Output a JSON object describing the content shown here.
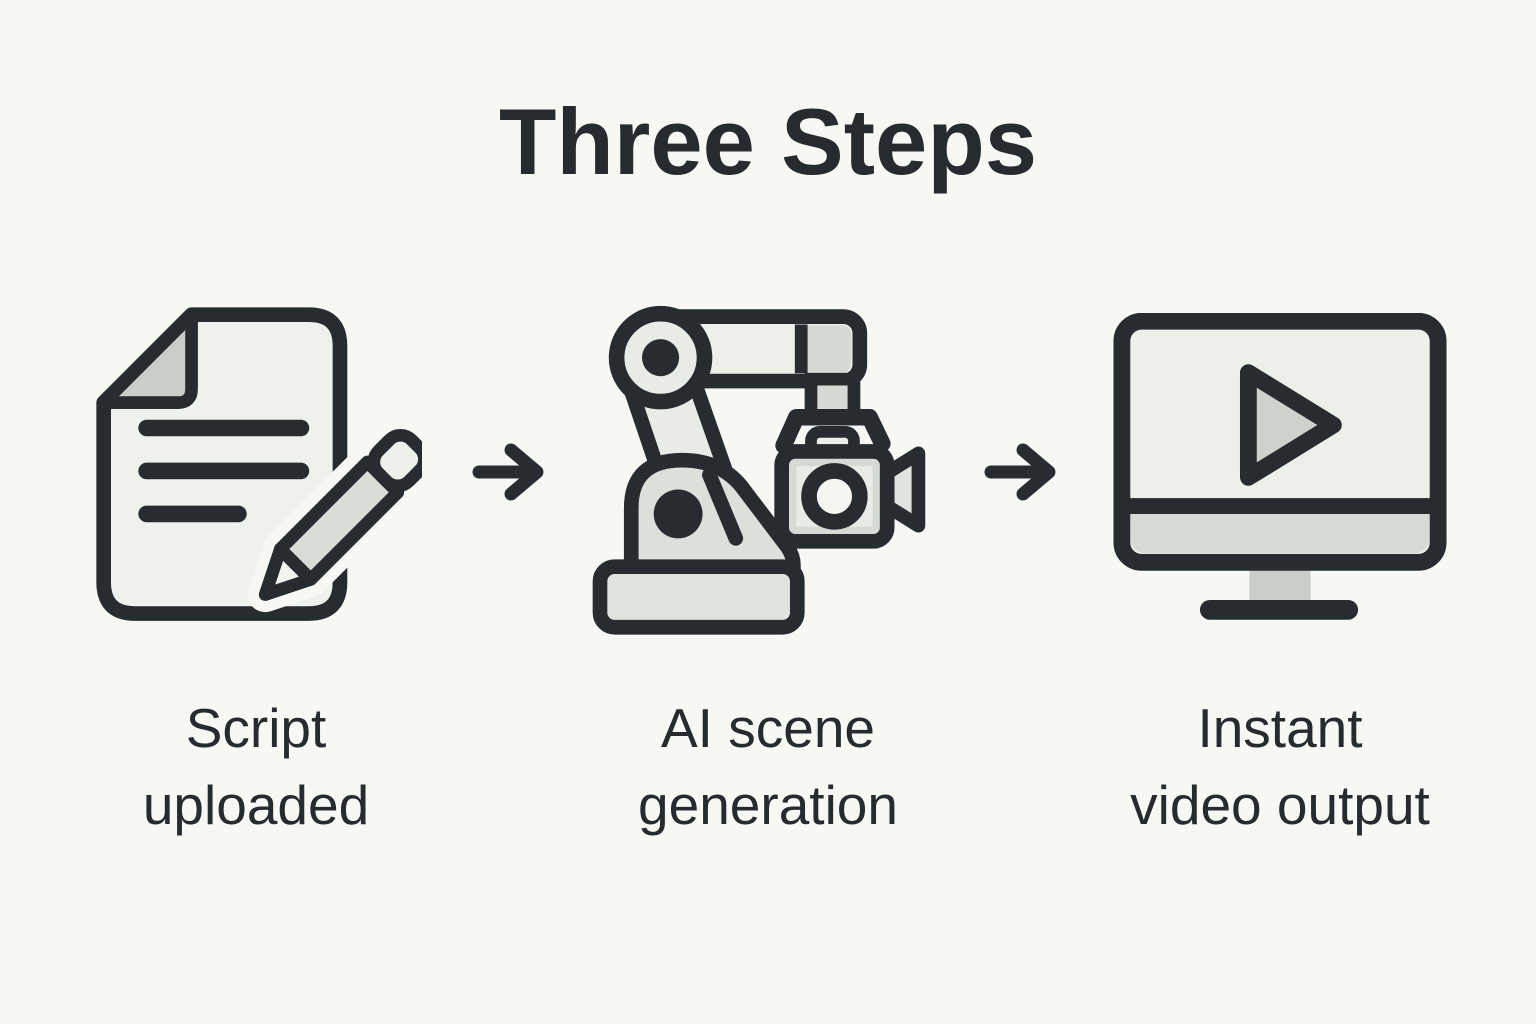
{
  "title": "Three Steps",
  "colors": {
    "background": "#f7f8f4",
    "ink": "#262c30",
    "fill_light": "#eff1ec",
    "fill_mid": "#d8ddd7",
    "fill_dark": "#c8cec8"
  },
  "steps": [
    {
      "icon": "document-pencil-icon",
      "label_line1": "Script",
      "label_line2": "uploaded"
    },
    {
      "icon": "robot-arm-camera-icon",
      "label_line1": "AI scene",
      "label_line2": "generation"
    },
    {
      "icon": "monitor-play-icon",
      "label_line1": "Instant",
      "label_line2": "video output"
    }
  ],
  "arrow": {
    "glyph": "→"
  }
}
